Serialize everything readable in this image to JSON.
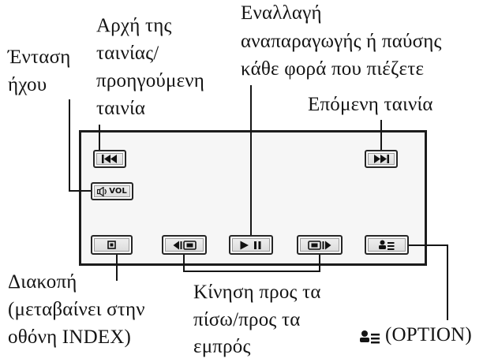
{
  "labels": {
    "volume": [
      "Ένταση",
      "ήχου"
    ],
    "start_prev": [
      "Αρχή της",
      "ταινίας/",
      "προηγούμενη",
      "ταινία"
    ],
    "play_pause": [
      "Εναλλαγή",
      "αναπαραγωγής ή παύσης",
      "κάθε φορά που πιέζετε"
    ],
    "next": "Επόμενη ταινία",
    "stop": [
      "Διακοπή",
      "(μεταβαίνει στην",
      "οθόνη INDEX)"
    ],
    "move": [
      "Κίνηση προς τα",
      "πίσω/προς τα",
      "εμπρός"
    ],
    "option": "(OPTION)"
  },
  "buttons": {
    "volume_label": "VOL"
  },
  "icons": {
    "prev": "skip-previous-icon",
    "next": "skip-next-icon",
    "volume": "speaker-icon",
    "stop": "stop-icon",
    "rewind": "frame-back-icon",
    "play_pause": "play-pause-icon",
    "forward": "frame-forward-icon",
    "option": "option-icon"
  },
  "colors": {
    "ink": "#141414",
    "screen_background": "#f6f6f6",
    "button_face": "#e4e4e4"
  }
}
